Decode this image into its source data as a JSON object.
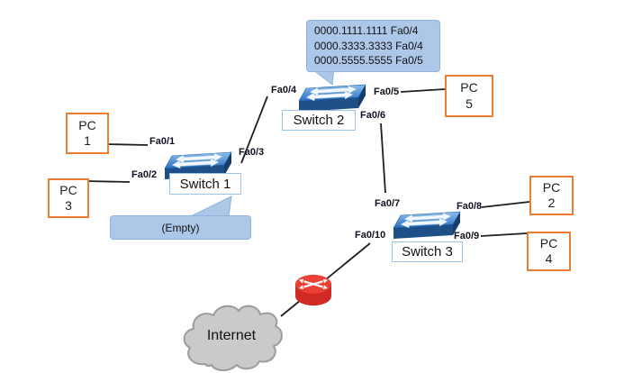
{
  "callouts": {
    "mac_table": [
      "0000.1111.1111 Fa0/4",
      "0000.3333.3333 Fa0/4",
      "0000.5555.5555 Fa0/5"
    ],
    "empty": "(Empty)"
  },
  "nodes": {
    "switch1": {
      "label": "Switch 1"
    },
    "switch2": {
      "label": "Switch 2"
    },
    "switch3": {
      "label": "Switch 3"
    },
    "pc1": {
      "name": "PC",
      "num": "1"
    },
    "pc2": {
      "name": "PC",
      "num": "2"
    },
    "pc3": {
      "name": "PC",
      "num": "3"
    },
    "pc4": {
      "name": "PC",
      "num": "4"
    },
    "pc5": {
      "name": "PC",
      "num": "5"
    },
    "router": {
      "icon": "cisco-router-icon"
    },
    "internet": {
      "label": "Internet"
    }
  },
  "ports": {
    "p1": "Fa0/1",
    "p2": "Fa0/2",
    "p3": "Fa0/3",
    "p4": "Fa0/4",
    "p5": "Fa0/5",
    "p6": "Fa0/6",
    "p7": "Fa0/7",
    "p8": "Fa0/8",
    "p9": "Fa0/9",
    "p10": "Fa0/10"
  },
  "colors": {
    "switch_blue": "#2a6fc0",
    "switch_dark": "#1e4f86",
    "pc_border": "#ed7d31",
    "callout_fill": "#adc7e8",
    "callout_border": "#8db3dd",
    "router_red": "#e8423a",
    "cloud_fill": "#cacaca",
    "cloud_border": "#9b9b9b",
    "line": "#1f1f1f"
  }
}
